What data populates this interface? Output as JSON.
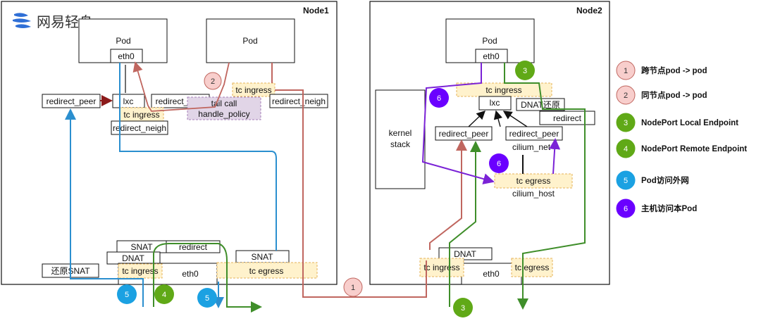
{
  "brand": {
    "logo_text": "网易轻舟"
  },
  "colors": {
    "path1": "#c0665f",
    "path2": "#e9a3a0",
    "path3": "#4b9a2d",
    "path4": "#3f8e2a",
    "path5": "#2b8fcf",
    "path6": "#7a22d6",
    "hook_fill": "#fff2cc",
    "hook_border": "#e6b35a",
    "policy_fill": "#e1d5e7"
  },
  "node1": {
    "title": "Node1",
    "pod_left": {
      "label": "Pod",
      "iface": "eth0"
    },
    "pod_right": {
      "label": "Pod"
    },
    "redirect_peer_left": "redirect_peer",
    "lxc": "lxc",
    "redirect_peer_mid": "redirect_peer",
    "tc_ingress_lxc": "tc ingress",
    "redirect_neigh_lxc": "redirect_neigh",
    "tail_call": "tail call",
    "handle_policy": "handle_policy",
    "tc_ingress_right": "tc ingress",
    "redirect_neigh_right": "redirect_neigh",
    "snat_1": "SNAT",
    "dnat": "DNAT",
    "restore_snat": "还原SNAT",
    "redirect_bottom": "redirect",
    "tc_ingress_bottom": "tc ingress",
    "eth0": "eth0",
    "snat_2": "SNAT",
    "tc_egress_bottom": "tc egress"
  },
  "node2": {
    "title": "Node2",
    "pod": {
      "label": "Pod",
      "iface": "eth0"
    },
    "tc_ingress_top": "tc ingress",
    "lxc": "lxc",
    "dnat_restore": "DNAT还原",
    "redirect": "redirect",
    "kernel_stack": "kernel\nstack",
    "redirect_peer_left": "redirect_peer",
    "redirect_peer_right": "redirect_peer",
    "cilium_net": "cilium_net",
    "tc_egress_host": "tc egress",
    "cilium_host": "cilium_host",
    "dnat": "DNAT",
    "tc_ingress_bottom": "tc ingress",
    "eth0": "eth0",
    "tc_egress_bottom": "tc egress"
  },
  "legend": [
    {
      "num": "1",
      "text": "跨节点pod -> pod",
      "color": "#c0665f",
      "fill": "#f8cecc"
    },
    {
      "num": "2",
      "text": "同节点pod -> pod",
      "color": "#c0665f",
      "fill": "#f8cecc"
    },
    {
      "num": "3",
      "text": "NodePort Local Endpoint",
      "color": "#4b9a2d",
      "fill": "#60a917"
    },
    {
      "num": "4",
      "text": "NodePort Remote Endpoint",
      "color": "#3f8e2a",
      "fill": "#60a917"
    },
    {
      "num": "5",
      "text": "Pod访问外网",
      "color": "#1ba1e2",
      "fill": "#1ba1e2"
    },
    {
      "num": "6",
      "text": "主机访问本Pod",
      "color": "#6a00ff",
      "fill": "#6a00ff"
    }
  ],
  "markers": {
    "one": "1",
    "two": "2",
    "three": "3",
    "four": "4",
    "five": "5",
    "six": "6"
  }
}
